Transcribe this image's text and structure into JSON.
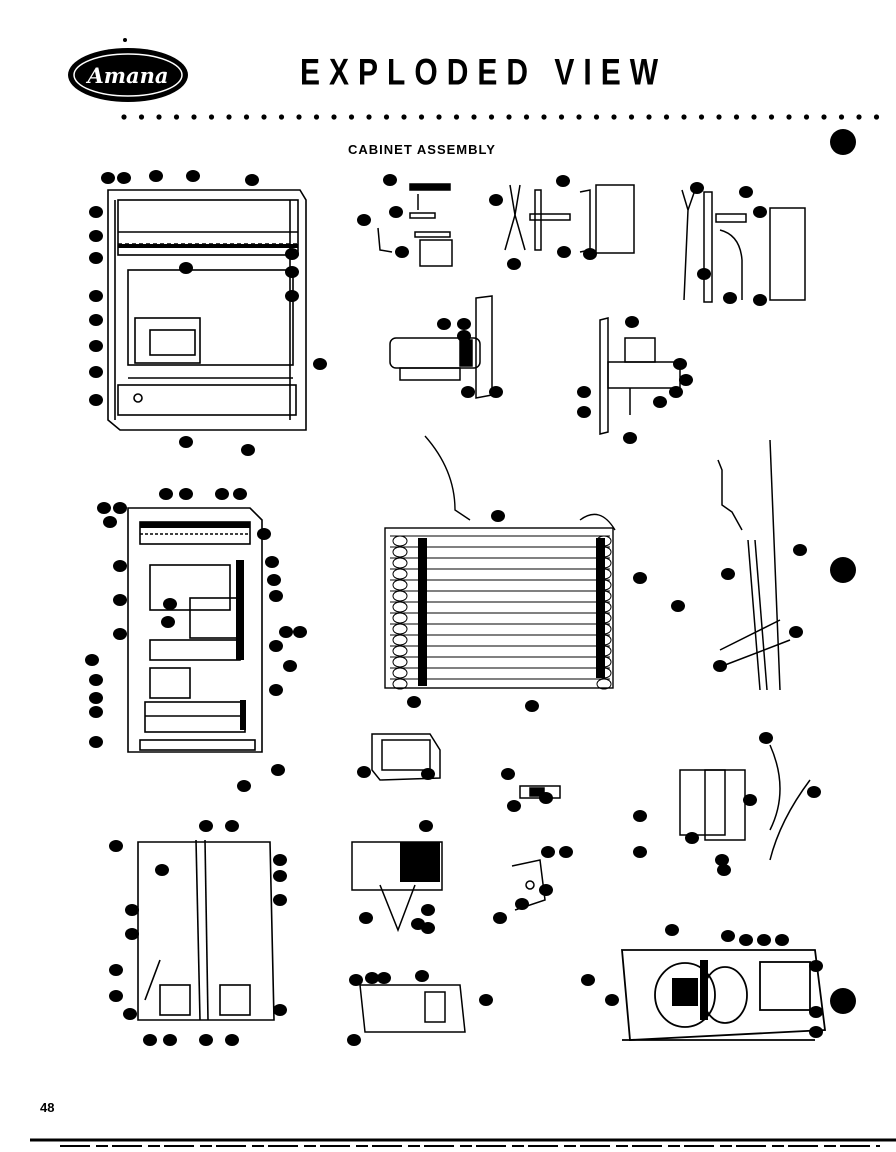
{
  "header": {
    "brand": "Amana",
    "title": "EXPLODED VIEW",
    "subtitle": "CABINET ASSEMBLY"
  },
  "footer": {
    "page_number": "48"
  }
}
